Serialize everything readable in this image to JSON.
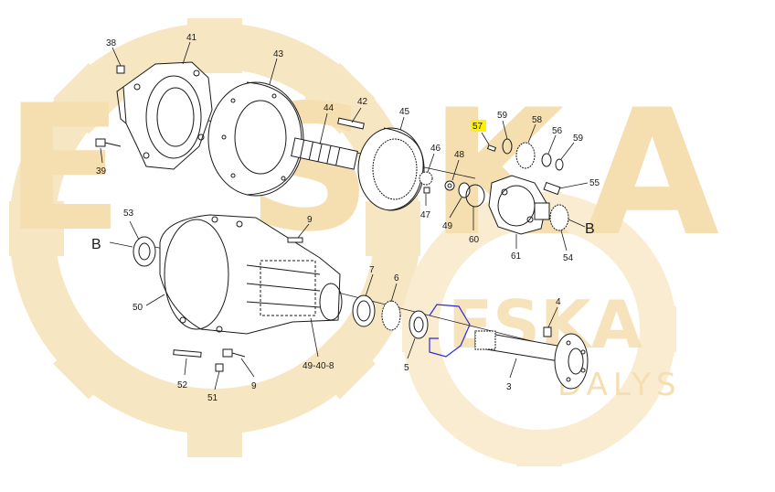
{
  "watermark": {
    "big_letters": [
      "E",
      "S",
      "K",
      "A"
    ],
    "brand": "ESKA",
    "sub_text": "DALYS"
  },
  "callouts": {
    "c38": "38",
    "c41": "41",
    "c43": "43",
    "c39": "39",
    "c44": "44",
    "c42": "42",
    "c45": "45",
    "c46": "46",
    "c47": "47",
    "c48": "48",
    "c49": "49",
    "c60": "60",
    "c57": "57",
    "c59a": "59",
    "c58": "58",
    "c56": "56",
    "c59b": "59",
    "c55": "55",
    "c61": "61",
    "c54": "54",
    "c53": "53",
    "c50": "50",
    "c9a": "9",
    "c7": "7",
    "c6": "6",
    "c49408": "49-40-8",
    "c5": "5",
    "c4": "4",
    "c3": "3",
    "c52": "52",
    "c51": "51",
    "c9b": "9"
  },
  "section_marks": {
    "left": "B",
    "right": "B"
  },
  "colors": {
    "watermark": "#f5dfb0",
    "highlight": "#fff200",
    "selection": "#2b2bd6",
    "ink": "#1a1a1a"
  }
}
